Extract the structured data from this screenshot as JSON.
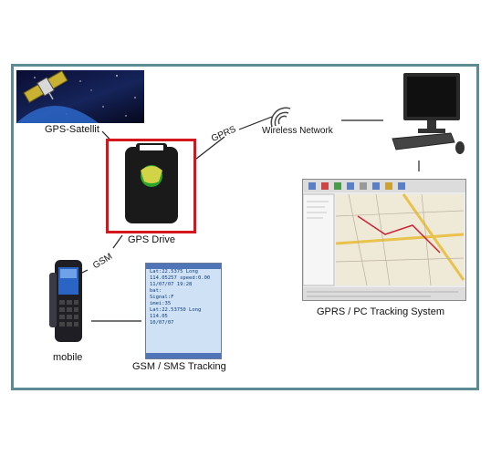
{
  "diagram": {
    "nodes": {
      "gps_satellite": "GPS-Satellit",
      "wireless_network": "Wireless Network",
      "gps_drive": "GPS Drive",
      "gprs_pc_tracking": "GPRS / PC Tracking System",
      "mobile": "mobile",
      "gsm_sms_tracking": "GSM / SMS Tracking"
    },
    "edge_labels": {
      "gprs": "GPRS",
      "gsm": "GSM"
    }
  },
  "sms_lines": [
    "Lat:22.5375 Long",
    "114.05257 speed:0.00",
    "11/07/07 19:28",
    "bat:",
    "Signal:F",
    "imei:35",
    "Lat:22.53750 Long",
    "114.05",
    "10/07/07"
  ]
}
